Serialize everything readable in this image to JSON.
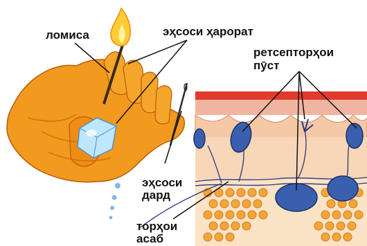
{
  "labels": {
    "touch": "ломиса",
    "heat_sense": "эҳсоси ҳарорат",
    "skin_receptors_line1": "ретсепторҳои",
    "skin_receptors_line2": "пӯст",
    "pain_sense_line1": "эҳсоси",
    "pain_sense_line2": "дард",
    "nerve_fibers_line1": "торҳои",
    "nerve_fibers_line2": "асаб"
  },
  "colors": {
    "hand": "#f29a1d",
    "hand_shadow": "#d26a10",
    "skin_top": "#e23a2d",
    "epidermis": "#f6c9a6",
    "dermis": "#f7d7b8",
    "fat_cells": "#f3a53a",
    "receptor": "#3a5fae",
    "nerve": "#2b3580",
    "flame": "#ffcc33",
    "ice": "#bde6ff",
    "label_text": "#111111"
  }
}
